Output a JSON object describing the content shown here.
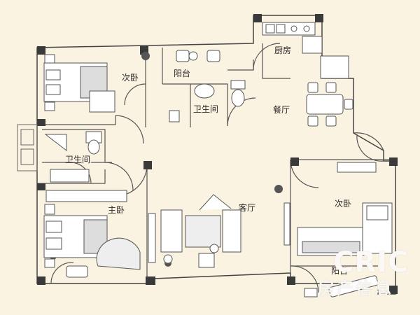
{
  "rooms": {
    "bedroom_secondary_nw": "次卧",
    "balcony_north": "阳台",
    "kitchen": "厨房",
    "bathroom_center": "卫生间",
    "dining_room": "餐厅",
    "bathroom_west": "卫生间",
    "master_bedroom": "主卧",
    "living_room": "客厅",
    "bedroom_secondary_e": "次卧",
    "balcony_south": "阳台"
  },
  "watermark": {
    "brand": "CRIC",
    "sub": "房产信息"
  },
  "colors": {
    "background": "#fbf3e1",
    "wall": "#3a3a3a",
    "line": "#555555",
    "furniture_fill": "#ffffff"
  }
}
